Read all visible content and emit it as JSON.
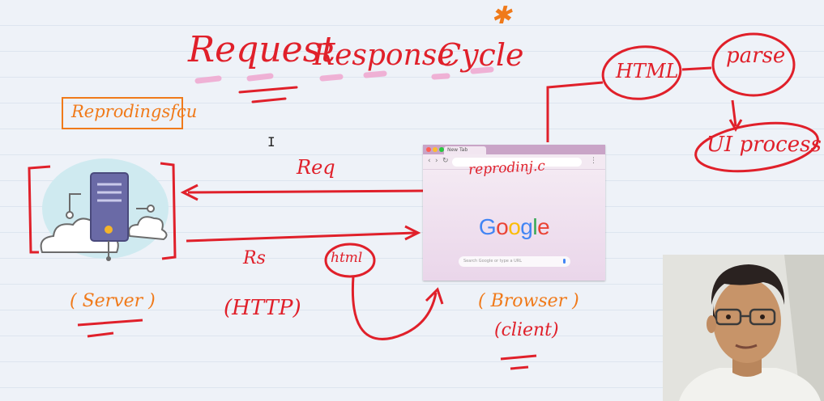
{
  "title": {
    "request": "Request",
    "response": "Response",
    "cycle": "Cycle",
    "star": "✱"
  },
  "labels": {
    "domain_box": "Reprodingsfcu",
    "req": "Req",
    "res": "Rs",
    "protocol": "(HTTP)",
    "server": "( Server )",
    "browser": "( Browser )",
    "client": "(client)",
    "html_small": "html"
  },
  "flow_nodes": {
    "html": "HTML",
    "parse": "parse",
    "ui": "UI process"
  },
  "browser_window": {
    "tab_title": "New Tab",
    "address_text": "reprodinj.c",
    "logo": [
      "G",
      "o",
      "o",
      "g",
      "l",
      "e"
    ],
    "logo_colors": [
      "#4285f4",
      "#ea4335",
      "#fbbc05",
      "#4285f4",
      "#34a853",
      "#ea4335"
    ],
    "search_placeholder": "Search Google or type a URL"
  },
  "colors": {
    "ink_red": "#e0202a",
    "ink_orange": "#f07a1a",
    "highlight_pink": "#f0a6d0"
  }
}
